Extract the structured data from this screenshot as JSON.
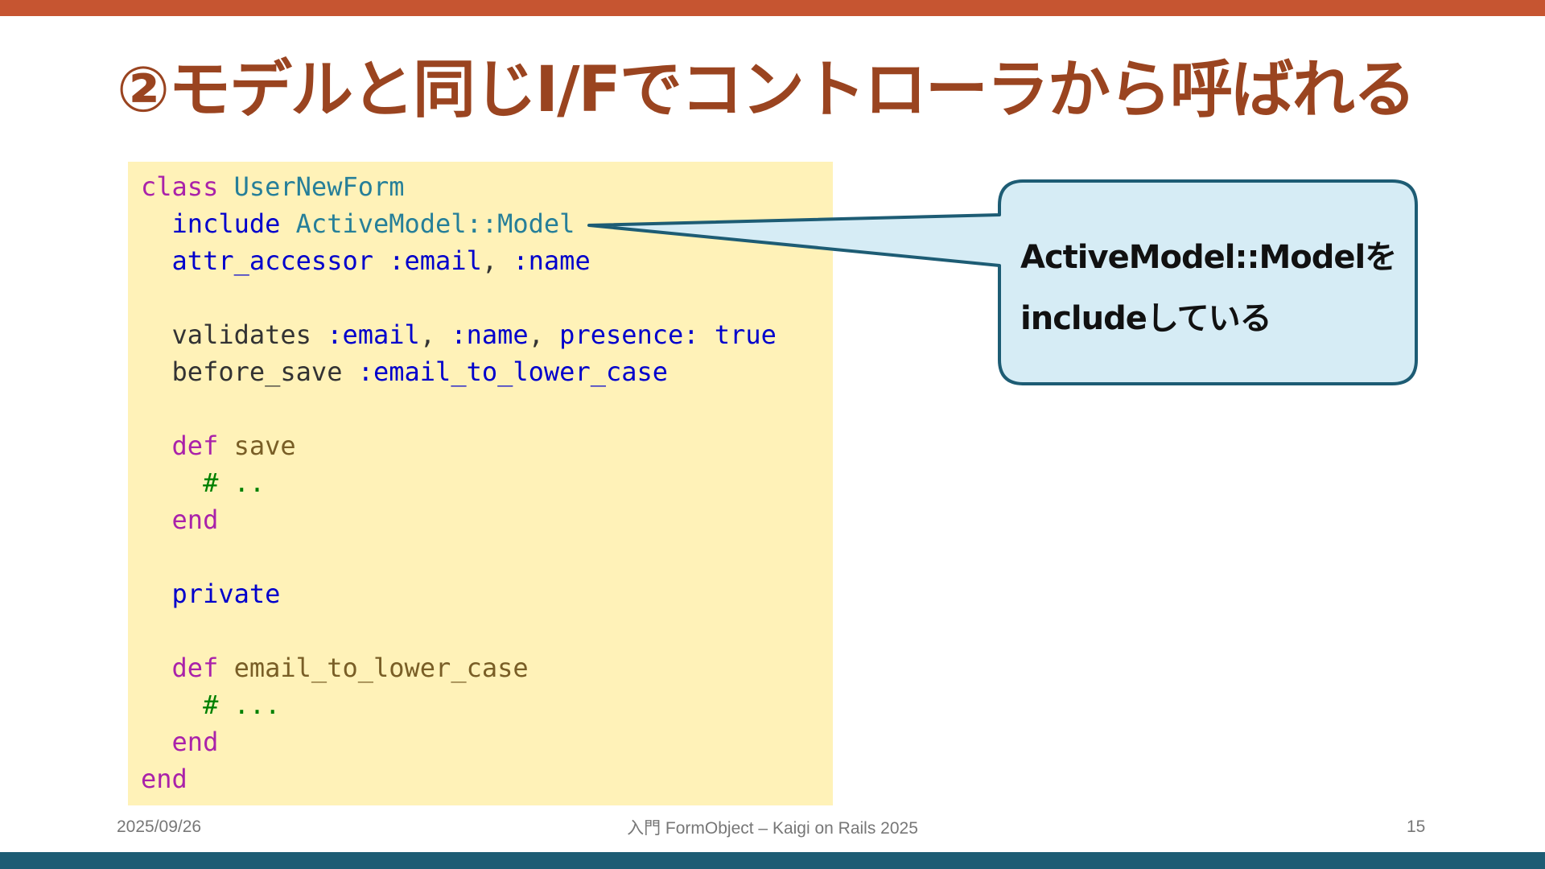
{
  "slide": {
    "title": "②モデルと同じI/Fでコントローラから呼ばれる",
    "date": "2025/09/26",
    "footer": "入門 FormObject – Kaigi on Rails 2025",
    "page_number": "15"
  },
  "code": {
    "lines": [
      [
        {
          "t": "class ",
          "c": "kw"
        },
        {
          "t": "UserNewForm",
          "c": "const"
        }
      ],
      [
        {
          "t": "  include ",
          "c": "method"
        },
        {
          "t": "ActiveModel::Model",
          "c": "const"
        }
      ],
      [
        {
          "t": "  attr_accessor ",
          "c": "method"
        },
        {
          "t": ":email",
          "c": "sym"
        },
        {
          "t": ", ",
          "c": "plain"
        },
        {
          "t": ":name",
          "c": "sym"
        }
      ],
      [],
      [
        {
          "t": "  validates ",
          "c": "plain"
        },
        {
          "t": ":email",
          "c": "sym"
        },
        {
          "t": ", ",
          "c": "plain"
        },
        {
          "t": ":name",
          "c": "sym"
        },
        {
          "t": ", ",
          "c": "plain"
        },
        {
          "t": "presence:",
          "c": "sym"
        },
        {
          "t": " ",
          "c": "plain"
        },
        {
          "t": "true",
          "c": "method"
        }
      ],
      [
        {
          "t": "  before_save ",
          "c": "plain"
        },
        {
          "t": ":email_to_lower_case",
          "c": "sym"
        }
      ],
      [],
      [
        {
          "t": "  def ",
          "c": "kw"
        },
        {
          "t": "save",
          "c": "fn"
        }
      ],
      [
        {
          "t": "    # ..",
          "c": "comment"
        }
      ],
      [
        {
          "t": "  end",
          "c": "kw"
        }
      ],
      [],
      [
        {
          "t": "  private",
          "c": "method"
        }
      ],
      [],
      [
        {
          "t": "  def ",
          "c": "kw"
        },
        {
          "t": "email_to_lower_case",
          "c": "fn"
        }
      ],
      [
        {
          "t": "    # ...",
          "c": "comment"
        }
      ],
      [
        {
          "t": "  end",
          "c": "kw"
        }
      ],
      [
        {
          "t": "end",
          "c": "kw"
        }
      ]
    ]
  },
  "callout": {
    "line1": "ActiveModel::Modelを",
    "line2": "includeしている"
  },
  "colors": {
    "top_bar": "#c65531",
    "bottom_bar": "#1d5c74",
    "title": "#9a4420",
    "code_background": "#fff2b8",
    "callout_fill": "#d6ecf5",
    "callout_stroke": "#1d5c74",
    "footer_text": "#777777",
    "syntax": {
      "kw": "#aa22aa",
      "const": "#267f99",
      "method": "#0000cc",
      "sym": "#0000cc",
      "plain": "#333333",
      "fn": "#795e26",
      "comment": "#008000"
    }
  }
}
